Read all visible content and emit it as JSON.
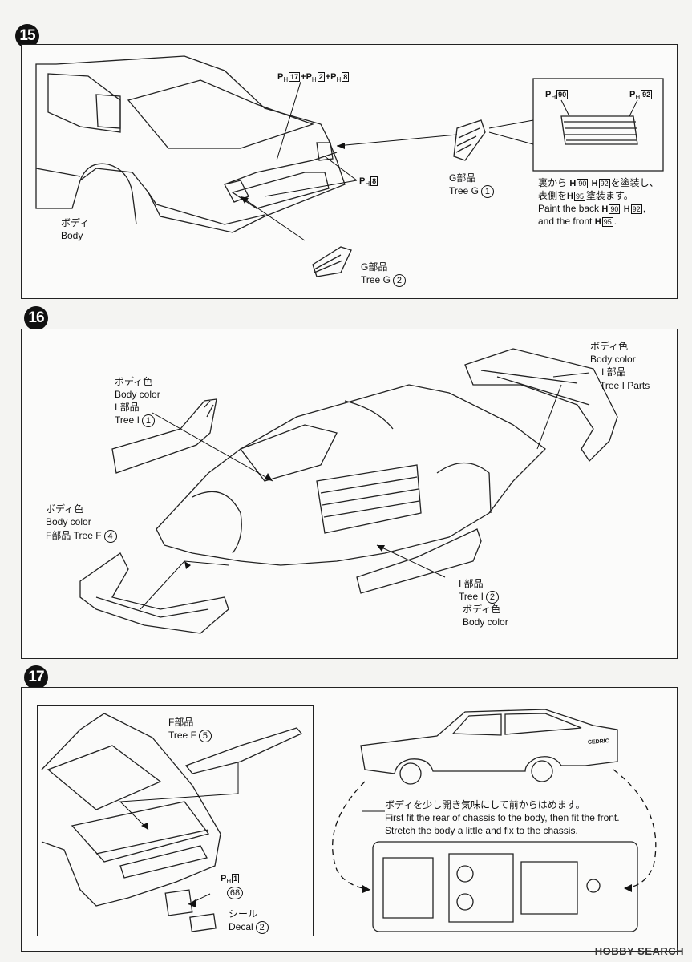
{
  "steps": [
    {
      "number": "15"
    },
    {
      "number": "16"
    },
    {
      "number": "17"
    }
  ],
  "step15": {
    "paint_top": {
      "code1": "17",
      "code2": "2",
      "code3": "8"
    },
    "paint_side": {
      "code": "8"
    },
    "body_jp": "ボディ",
    "body_en": "Body",
    "treeg1_jp": "G部品",
    "treeg1_en": "Tree G",
    "treeg1_num": "1",
    "treeg2_jp": "G部品",
    "treeg2_en": "Tree G",
    "treeg2_num": "2",
    "inset_code_left": "90",
    "inset_code_right": "92",
    "note_jp_1_a": "裏から",
    "note_jp_1_code1": "90",
    "note_jp_1_code2": "92",
    "note_jp_1_b": "を塗装し、",
    "note_jp_2_a": "表側を",
    "note_jp_2_code": "95",
    "note_jp_2_b": "塗装ます。",
    "note_en_1_a": "Paint the back",
    "note_en_1_code1": "90",
    "note_en_1_code2": "92",
    "note_en_2_a": "and the front",
    "note_en_2_code": "95"
  },
  "step16": {
    "right_jp": "ボディ色",
    "right_en": "Body color",
    "right_tree_jp": "I 部品",
    "right_tree_en": "Tree I Parts",
    "left_jp": "ボディ色",
    "left_en": "Body color",
    "left_tree_jp": "I 部品",
    "left_tree_en": "Tree I",
    "left_num": "1",
    "f_jp": "ボディ色",
    "f_en": "Body color",
    "f_tree": "F部品  Tree F",
    "f_num": "4",
    "bottom_tree_jp": "I 部品",
    "bottom_tree_en": "Tree I",
    "bottom_num": "2",
    "bottom_jp": "ボディ色",
    "bottom_en": "Body color"
  },
  "step17": {
    "treef_jp": "F部品",
    "treef_en": "Tree F",
    "treef_num": "5",
    "paint_code": "1",
    "decal_num": "68",
    "decal_jp": "シール",
    "decal_en": "Decal",
    "decal_circle": "2",
    "car_badge": "CEDRIC",
    "instr_jp": "ボディを少し開き気味にして前からはめます。",
    "instr_en_1": "First fit the rear of chassis to the body, then fit the front.",
    "instr_en_2": "Stretch the body a little and fix to the chassis."
  },
  "watermark": "HOBBY SEARCH"
}
